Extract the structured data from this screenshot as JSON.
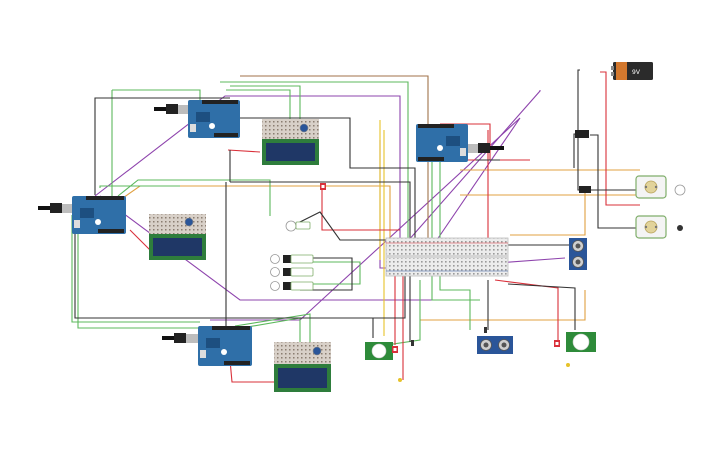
{
  "canvas": {
    "background": "#ffffff"
  },
  "battery": {
    "label": "9V"
  },
  "colors": {
    "wire_green": "#5cb85c",
    "wire_purple": "#8e44ad",
    "wire_orange": "#e0a040",
    "wire_brown": "#a0724a",
    "wire_red": "#d9303a",
    "wire_black": "#333333",
    "wire_yellow": "#e6c229",
    "arduino_blue": "#2f6fa8",
    "lcd_green": "#2e7d3c",
    "lcd_screen": "#1f3766",
    "breadboard": "#e9e9e9",
    "sensor_blue": "#2a5599"
  },
  "components": {
    "arduinos": [
      {
        "name": "arduino-uno-1"
      },
      {
        "name": "arduino-uno-2"
      },
      {
        "name": "arduino-uno-3"
      },
      {
        "name": "arduino-uno-4"
      }
    ],
    "lcds": [
      {
        "name": "lcd-16x2-1"
      },
      {
        "name": "lcd-16x2-2"
      },
      {
        "name": "lcd-16x2-3"
      }
    ],
    "usb_cables": 4,
    "breadboard": {
      "name": "breadboard"
    },
    "ultrasonic_sensors": 2,
    "pir_sensors": 2,
    "leds": 4,
    "dc_motors": 2,
    "servo_motors": 4
  }
}
